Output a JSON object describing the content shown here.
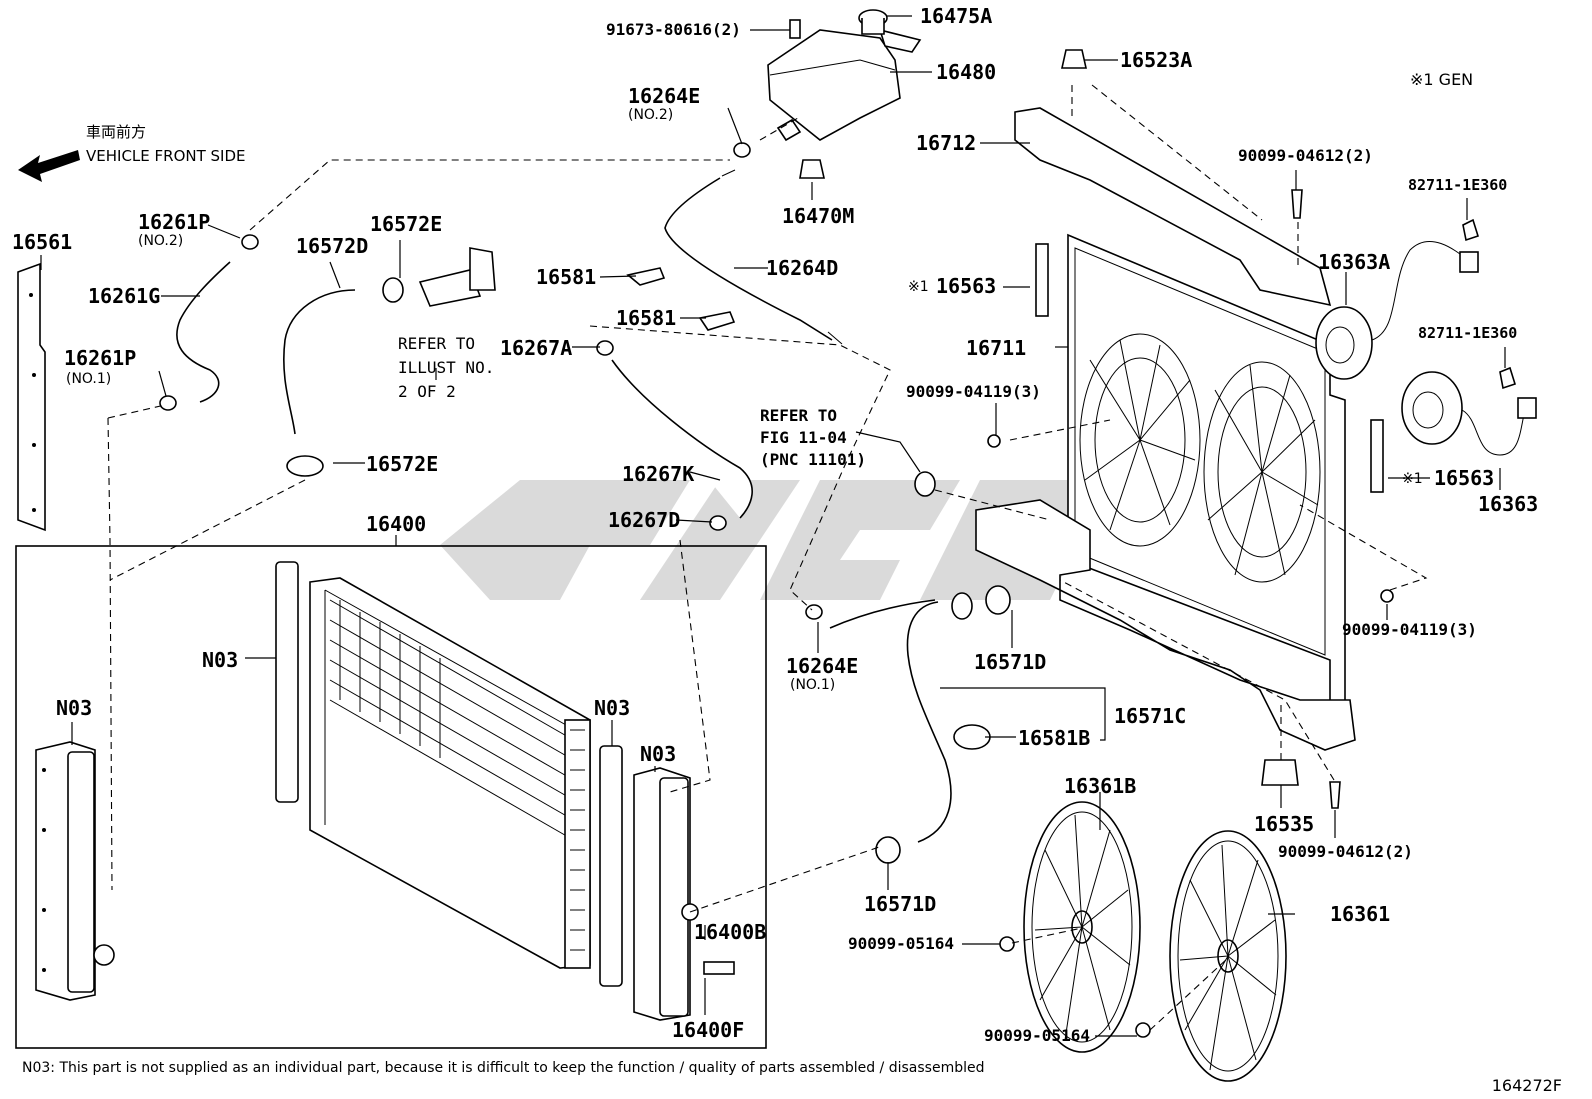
{
  "front_label": {
    "jp": "車両前方",
    "en": "VEHICLE FRONT SIDE"
  },
  "gen_note": "※1 GEN",
  "figure_number": "164272F",
  "footnote": "N03: This part is not supplied as an individual part, because it is difficult to keep the function / quality of parts assembled / disassembled",
  "labels": {
    "p91673": "91673-80616(2)",
    "p16475A": "16475A",
    "p16480": "16480",
    "p16523A": "16523A",
    "p16264E_top": "16264E",
    "p16264E_top_sub": "(NO.2)",
    "p16712": "16712",
    "p90099_04612_top": "90099-04612(2)",
    "p82711_a": "82711-1E360",
    "p82711_b": "82711-1E360",
    "p16470M": "16470M",
    "p16561": "16561",
    "p16261P_top": "16261P",
    "p16261P_top_sub": "(NO.2)",
    "p16572E_top": "16572E",
    "p16572D": "16572D",
    "p16261G": "16261G",
    "p16581_a": "16581",
    "p16264D": "16264D",
    "p16563_top": "16563",
    "p16563_top_mark": "※1",
    "p16363A": "16363A",
    "p16581_b": "16581",
    "p16267A": "16267A",
    "p16711": "16711",
    "p16261P_bot": "16261P",
    "p16261P_bot_sub": "(NO.1)",
    "p90099_04119_a": "90099-04119(3)",
    "p16572E_bot": "16572E",
    "p16267K": "16267K",
    "p16563_bot": "16563",
    "p16563_bot_mark": "※1",
    "p16363": "16363",
    "p16400": "16400",
    "p16267D": "16267D",
    "p90099_04119_b": "90099-04119(3)",
    "p16571D_a": "16571D",
    "p16264E_bot": "16264E",
    "p16264E_bot_sub": "(NO.1)",
    "p16571C": "16571C",
    "p16581B": "16581B",
    "p16535": "16535",
    "p90099_04612_bot": "90099-04612(2)",
    "p16361B": "16361B",
    "p16571D_b": "16571D",
    "p16361": "16361",
    "p16400B": "16400B",
    "p90099_05164_a": "90099-05164",
    "p16400F": "16400F",
    "p90099_05164_b": "90099-05164",
    "n03_a": "N03",
    "n03_b": "N03",
    "n03_c": "N03",
    "n03_d": "N03"
  },
  "refer_illust": [
    "REFER TO",
    "ILLUST NO.",
    "2 OF 2"
  ],
  "refer_fig": [
    "REFER TO",
    "FIG 11-04",
    "(PNC 11101)"
  ]
}
